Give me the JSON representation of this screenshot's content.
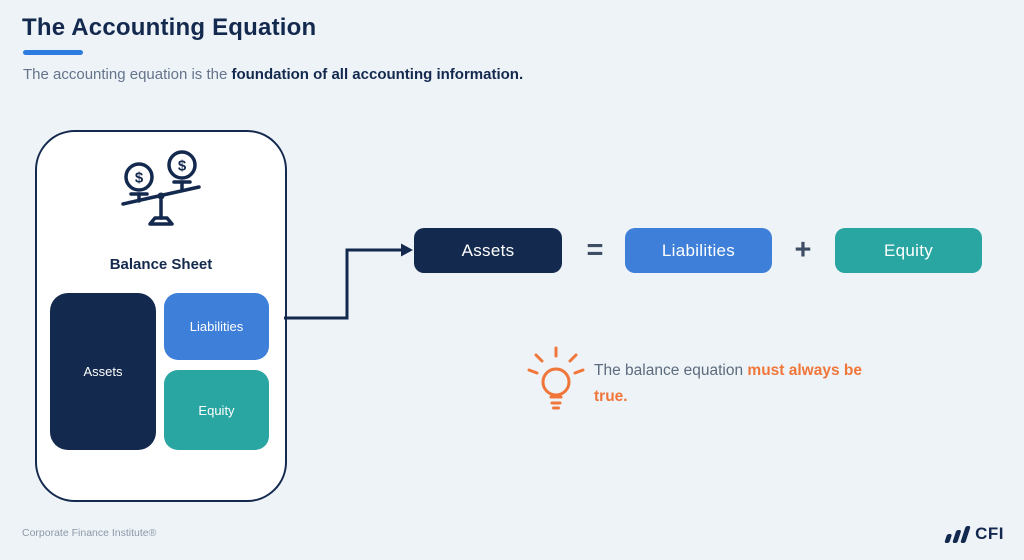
{
  "page": {
    "title": "The Accounting Equation",
    "subtitle_plain": "The accounting equation is the ",
    "subtitle_bold": "foundation of all accounting information.",
    "footer": "Corporate Finance Institute®"
  },
  "balance_sheet_card": {
    "label": "Balance Sheet",
    "assets": "Assets",
    "liabilities": "Liabilities",
    "equity": "Equity"
  },
  "equation": {
    "assets": "Assets",
    "equals_sign": "=",
    "liabilities": "Liabilities",
    "plus_sign": "+",
    "equity": "Equity"
  },
  "note": {
    "prefix": "The balance equation ",
    "highlight": "must always be true."
  },
  "logo": {
    "text": "CFI"
  },
  "icons": {
    "balance_scale": "balance-scale-icon",
    "lightbulb": "lightbulb-icon",
    "cfi_bars": "cfi-logo-bars-icon",
    "arrow": "connector-arrow-icon"
  },
  "colors": {
    "background": "#eef3f8",
    "navy": "#13294e",
    "blue": "#3e7fd9",
    "teal": "#29a5a2",
    "orange": "#f0763a",
    "accent_underline": "#2e7cdf",
    "muted_text": "#64748b"
  }
}
